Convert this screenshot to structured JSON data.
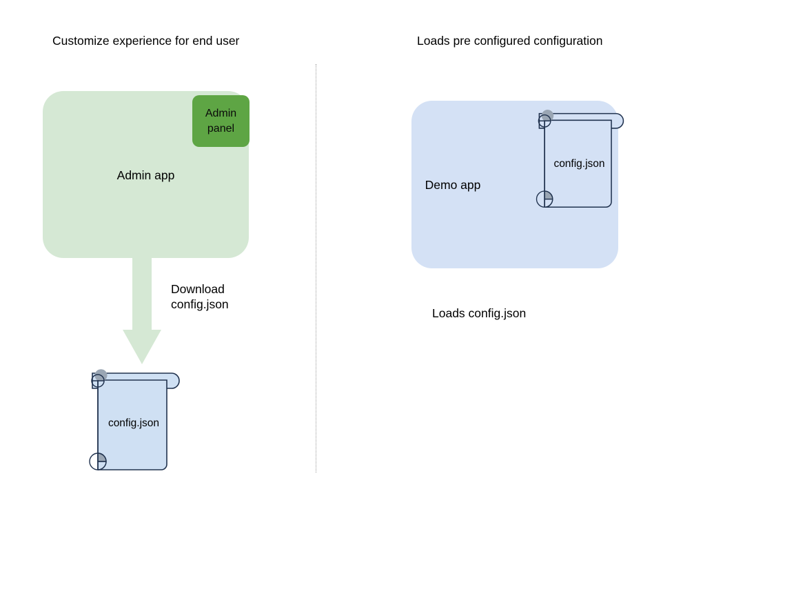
{
  "diagram": {
    "background_color": "#ffffff",
    "colors": {
      "app_green_fill": "#d5e8d4",
      "admin_panel_green": "#5ea544",
      "app_blue_fill": "#d4e1f5",
      "doc_fill": "#cfe0f3",
      "doc_stroke": "#20324e",
      "doc_curl_fill": "#9aa6b4",
      "arrow_fill": "#d5e8d4",
      "divider_color": "#9a9a9a",
      "text_color": "#000000"
    },
    "left_section": {
      "title": "Customize experience for end user",
      "app": {
        "label": "Admin app",
        "panel_label": "Admin\npanel",
        "panel_label_line1": "Admin",
        "panel_label_line2": "panel"
      },
      "arrow": {
        "label_line1": "Download",
        "label_line2": "config.json",
        "direction": "down"
      },
      "document": {
        "label": "config.json"
      }
    },
    "right_section": {
      "title": "Loads pre configured configuration",
      "app": {
        "label": "Demo app"
      },
      "document": {
        "label": "config.json"
      },
      "caption": "Loads config.json"
    },
    "divider": {
      "style": "dotted",
      "orientation": "vertical"
    }
  }
}
